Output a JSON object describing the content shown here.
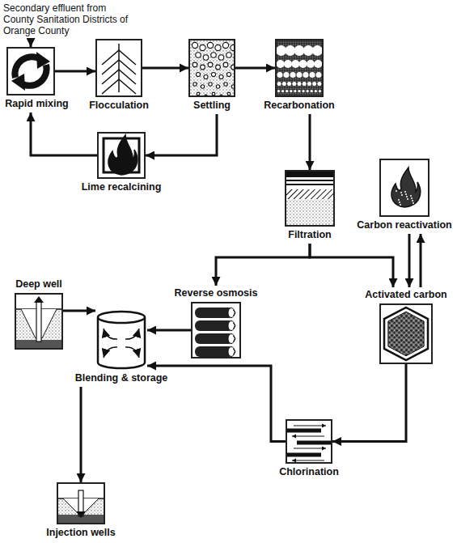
{
  "diagram": {
    "nodes": [
      {
        "text": [
          "Secondary effluent from County Sanitation Districts of Orange County"
        ]
      },
      {
        "text": [
          "Rapid mixing"
        ]
      },
      {
        "text": [
          "Flocculation"
        ]
      },
      {
        "text": [
          "Settling"
        ]
      },
      {
        "text": [
          "Recarbonation"
        ]
      },
      {
        "text": [
          "Lime recalcining"
        ]
      },
      {
        "text": [
          "Filtration"
        ]
      },
      {
        "text": [
          "Carbon reactivation"
        ]
      },
      {
        "text": [
          "Deep well"
        ]
      },
      {
        "text": [
          "Reverse osmosis"
        ]
      },
      {
        "text": [
          "Activated carbon"
        ]
      },
      {
        "text": [
          "Blending & storage"
        ]
      },
      {
        "text": [
          "Chlorination"
        ]
      },
      {
        "text": [
          "Injection wells"
        ]
      }
    ],
    "edges": [
      {
        "from": 0,
        "to": 1,
        "arrow": "to"
      },
      {
        "from": 1,
        "to": 2,
        "arrow": "to"
      },
      {
        "from": 2,
        "to": 3,
        "arrow": "to"
      },
      {
        "from": 3,
        "to": 4,
        "arrow": "to"
      },
      {
        "from": 3,
        "to": 5,
        "arrow": "to"
      },
      {
        "from": 5,
        "to": 1,
        "arrow": "to"
      },
      {
        "from": 4,
        "to": 6,
        "arrow": "to"
      },
      {
        "from": 6,
        "to": 9,
        "arrow": "to"
      },
      {
        "from": 6,
        "to": 10,
        "arrow": "to"
      },
      {
        "from": 10,
        "to": 7,
        "arrow": "to"
      },
      {
        "from": 7,
        "to": 10,
        "arrow": "to"
      },
      {
        "from": 10,
        "to": 12,
        "arrow": "to"
      },
      {
        "from": 12,
        "to": 11,
        "arrow": "to"
      },
      {
        "from": 9,
        "to": 11,
        "arrow": "to"
      },
      {
        "from": 8,
        "to": 11,
        "arrow": "to"
      },
      {
        "from": 11,
        "to": 13,
        "arrow": "to"
      }
    ]
  }
}
